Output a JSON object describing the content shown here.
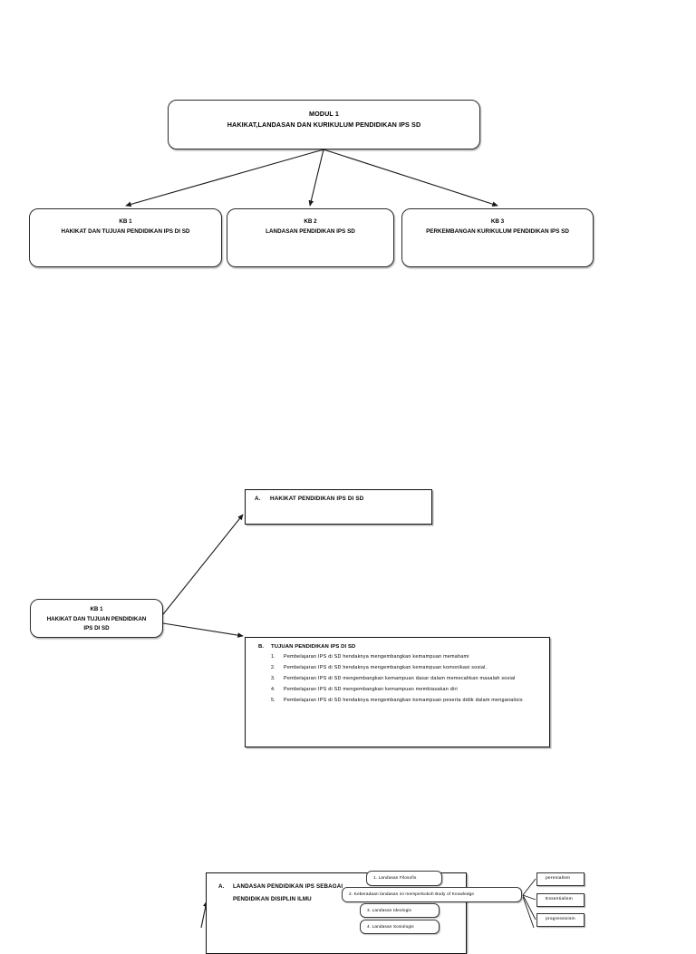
{
  "document": {
    "type": "mind-map",
    "page_background": "#ffffff",
    "line_color": "#1a1a1a"
  },
  "root": {
    "label_line1": "MODUL 1",
    "label_line2": "HAKIKAT,LANDASAN DAN KURIKULUM PENDIDIKAN IPS SD"
  },
  "kb_boxes": [
    {
      "num": "KB 1",
      "title": "HAKIKAT DAN TUJUAN PENDIDIKAN IPS DI SD"
    },
    {
      "num": "KB 2",
      "title": "LANDASAN PENDIDIKAN IPS SD"
    },
    {
      "num": "KB 3",
      "title": "PERKEMBANGAN KURIKULUM PENDIDIKAN IPS SD"
    }
  ],
  "kb1_detail": {
    "num": "KB 1",
    "title_line1": "HAKIKAT DAN TUJUAN PENDIDIKAN",
    "title_line2": "IPS DI SD"
  },
  "section_a": {
    "marker": "A.",
    "heading": "HAKIKAT PENDIDIKAN IPS DI SD"
  },
  "section_b": {
    "marker": "B.",
    "heading": "TUJUAN PENDIDIKAN IPS DI SD",
    "items": [
      {
        "num": "1.",
        "text": "Pembelajaran IPS di SD hendaknya mengembangkan kemampuan memahami"
      },
      {
        "num": "2.",
        "text": "Pembelajaran IPS di SD hendaknya mengembangkan kemampuan komonikasi sosial."
      },
      {
        "num": "3.",
        "text": "Pembelajaran IPS di SD mengembangkan kemampuan dasar dalam memecahkan masalah sosial"
      },
      {
        "num": "4.",
        "text": "Pembelajaran IPS di SD mengembangkan kemampuan membiasakan diri"
      },
      {
        "num": "5.",
        "text": "Pembelajaran IPS di SD hendaknya mengembangkan kemampuan peserta didik dalam menganalisis"
      }
    ]
  },
  "bottom_section": {
    "marker": "A.",
    "heading_line1": "LANDASAN PENDIDIKAN IPS SEBAGAI",
    "heading_line2": "PENDIDIKAN DISIPLIN ILMU",
    "landasan_items": [
      "1.   Landasan Filosofis",
      "2. Keberadaan landasan ini memperkokoh Body of  Knowledge",
      "3. Landasan Ideologis",
      "4. Landasan Sosiologis"
    ],
    "philosophy_terms": [
      "perenialism",
      "Essentialism",
      "progressivism"
    ]
  }
}
